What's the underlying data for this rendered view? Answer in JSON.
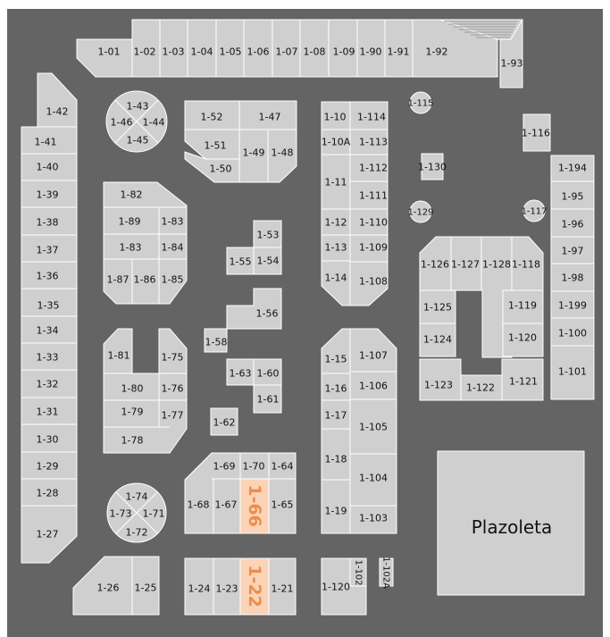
{
  "colors": {
    "background": "#636463",
    "unit": "#cfcfcf",
    "highlight": "#fbd3b6",
    "highlight_text": "#ee8d4c",
    "border": "#ffffff"
  },
  "plaza": {
    "label": "Plazoleta"
  },
  "units": [
    "1-01",
    "1-02",
    "1-03",
    "1-04",
    "1-05",
    "1-06",
    "1-07",
    "1-08",
    "1-09",
    "1-90",
    "1-91",
    "1-92",
    "1-93",
    "1-42",
    "1-41",
    "1-40",
    "1-39",
    "1-38",
    "1-37",
    "1-36",
    "1-35",
    "1-34",
    "1-33",
    "1-32",
    "1-31",
    "1-30",
    "1-29",
    "1-28",
    "1-27",
    "1-43",
    "1-46",
    "1-44",
    "1-45",
    "1-52",
    "1-47",
    "1-51",
    "1-49",
    "1-48",
    "1-50",
    "1-82",
    "1-89",
    "1-83",
    "1-83",
    "1-84",
    "1-87",
    "1-86",
    "1-85",
    "1-53",
    "1-55",
    "1-54",
    "1-56",
    "1-58",
    "1-81",
    "1-75",
    "1-80",
    "1-76",
    "1-79",
    "1-77",
    "1-78",
    "1-63",
    "1-60",
    "1-61",
    "1-62",
    "1-69",
    "1-70",
    "1-64",
    "1-68",
    "1-67",
    "1-66",
    "1-65",
    "1-74",
    "1-73",
    "1-71",
    "1-72",
    "1-26",
    "1-25",
    "1-24",
    "1-23",
    "1-22",
    "1-21",
    "1-10",
    "1-114",
    "1-10A",
    "1-113",
    "1-11",
    "1-112",
    "1-111",
    "1-12",
    "1-110",
    "1-13",
    "1-109",
    "1-14",
    "1-108",
    "1-15",
    "1-107",
    "1-16",
    "1-106",
    "1-17",
    "1-105",
    "1-18",
    "1-104",
    "1-19",
    "1-103",
    "1-120",
    "1-102",
    "1-102A",
    "1-115",
    "1-130",
    "1-129",
    "1-117",
    "1-116",
    "1-126",
    "1-127",
    "1-128",
    "1-118",
    "1-125",
    "1-119",
    "1-124",
    "1-120",
    "1-123",
    "1-122",
    "1-121",
    "1-194",
    "1-95",
    "1-96",
    "1-97",
    "1-98",
    "1-199",
    "1-100",
    "1-101"
  ]
}
